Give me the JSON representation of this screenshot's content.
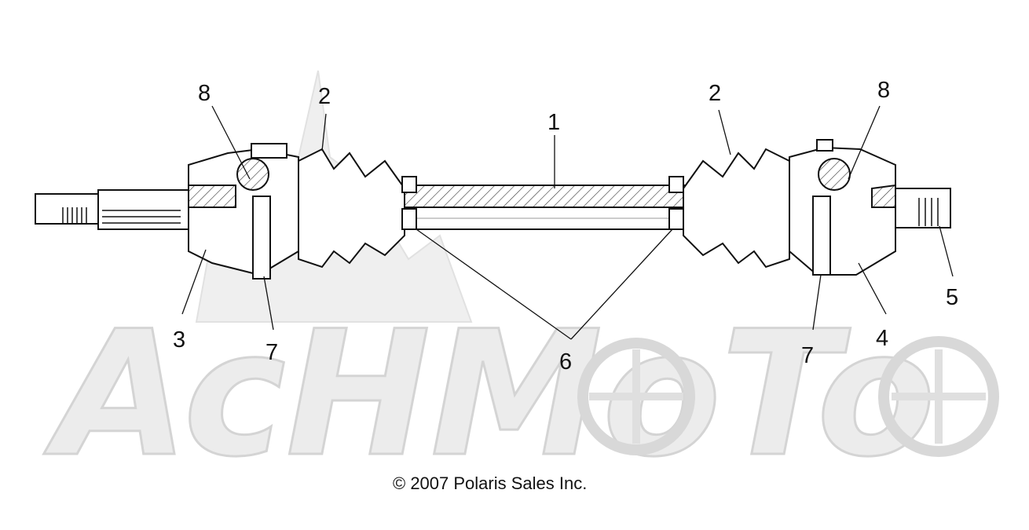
{
  "diagram": {
    "callouts": [
      {
        "id": "c8-left",
        "label": "8"
      },
      {
        "id": "c2-left",
        "label": "2"
      },
      {
        "id": "c1",
        "label": "1"
      },
      {
        "id": "c2-right",
        "label": "2"
      },
      {
        "id": "c8-right",
        "label": "8"
      },
      {
        "id": "c3",
        "label": "3"
      },
      {
        "id": "c7-left",
        "label": "7"
      },
      {
        "id": "c6",
        "label": "6"
      },
      {
        "id": "c7-right",
        "label": "7"
      },
      {
        "id": "c4",
        "label": "4"
      },
      {
        "id": "c5",
        "label": "5"
      }
    ],
    "copyright": "© 2007 Polaris Sales Inc.",
    "watermark": {
      "text": "AcHMoTo",
      "colors": {
        "fill": "#ececec",
        "stroke": "#d2d2d2"
      }
    },
    "colors": {
      "line": "#111111",
      "hatch": "#333333",
      "background": "#ffffff"
    }
  }
}
